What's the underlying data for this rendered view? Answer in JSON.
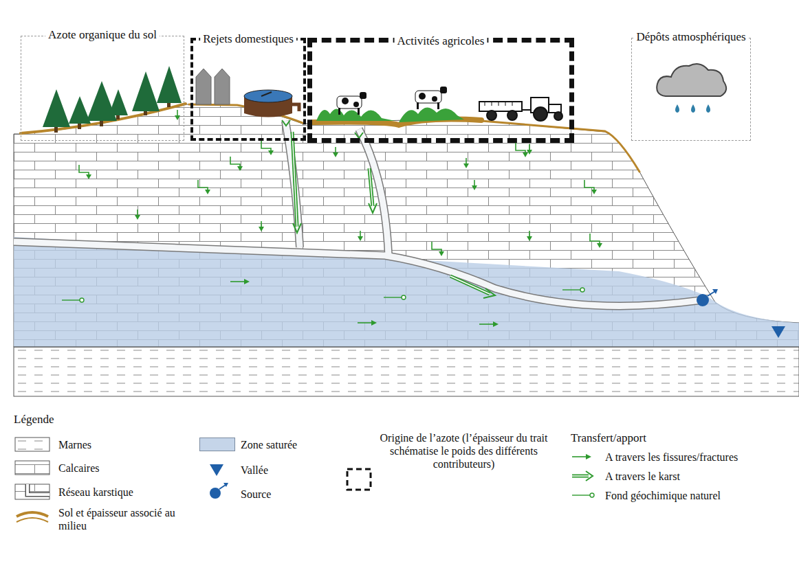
{
  "diagram": {
    "nodes": [
      {
        "text": [
          "Azote organique du sol"
        ]
      },
      {
        "text": [
          "Rejets domestiques"
        ]
      },
      {
        "text": [
          "Activités agricoles"
        ]
      },
      {
        "text": [
          "Dépôts atmosphériques"
        ]
      }
    ],
    "labels": [
      "Légende",
      "Transfert/apport"
    ],
    "legend": [
      {
        "text": "Marnes"
      },
      {
        "text": "Calcaires"
      },
      {
        "text": "Réseau karstique"
      },
      {
        "text": "Sol et épaisseur associé au milieu"
      },
      {
        "text": "Zone saturée",
        "color": "#c5d5e9"
      },
      {
        "text": "Vallée"
      },
      {
        "text": "Source"
      },
      {
        "text": "Origine de l’azote (l’épaisseur du trait schématise le poids des différents contributeurs)"
      },
      {
        "text": "A travers les fissures/fractures"
      },
      {
        "text": "A travers le karst"
      },
      {
        "text": "Fond géochimique naturel"
      }
    ]
  }
}
